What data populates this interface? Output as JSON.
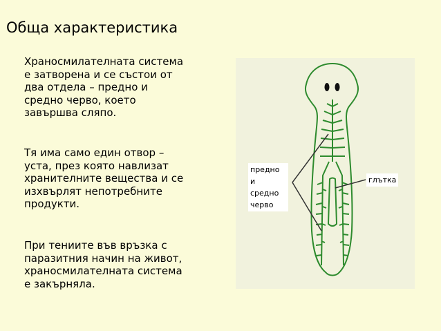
{
  "slide": {
    "title": "Обща характеристика",
    "paragraphs": [
      {
        "lines": [
          "Храносмилателната  система",
          "е затворена и се състои от",
          "два отдела – предно и",
          "средно черво, което",
          "завършва сляпо."
        ]
      },
      {
        "lines": [
          "Тя има само един отвор –",
          "уста, през която навлизат",
          "хранителните вещества и се",
          "изхвърлят непотребните",
          "продукти."
        ]
      },
      {
        "lines": [
          "При тениите във връзка с",
          "паразитния начин на живот,",
          "храносмилателната система",
          "е закърняла."
        ]
      }
    ]
  },
  "figure": {
    "labels": {
      "front_mid_gut": [
        "предно",
        "и",
        "средно",
        "черво"
      ],
      "pharynx": "глътка"
    },
    "colors": {
      "body_outline": "#2e8b2e",
      "gut": "#2e8b2e",
      "eyes": "#111111",
      "pointer": "#333333"
    }
  }
}
